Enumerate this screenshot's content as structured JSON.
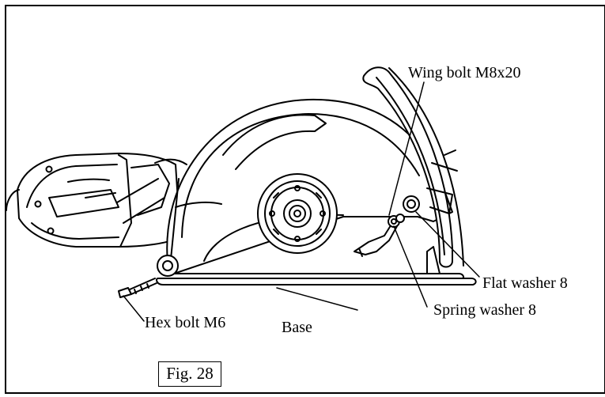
{
  "labels": {
    "wing_bolt": "Wing bolt M8x20",
    "flat_washer": "Flat washer 8",
    "spring_washer": "Spring washer 8",
    "hex_bolt": "Hex bolt M6",
    "base": "Base"
  },
  "figure_caption": "Fig. 28",
  "colors": {
    "line": "#000000",
    "background": "#ffffff"
  }
}
